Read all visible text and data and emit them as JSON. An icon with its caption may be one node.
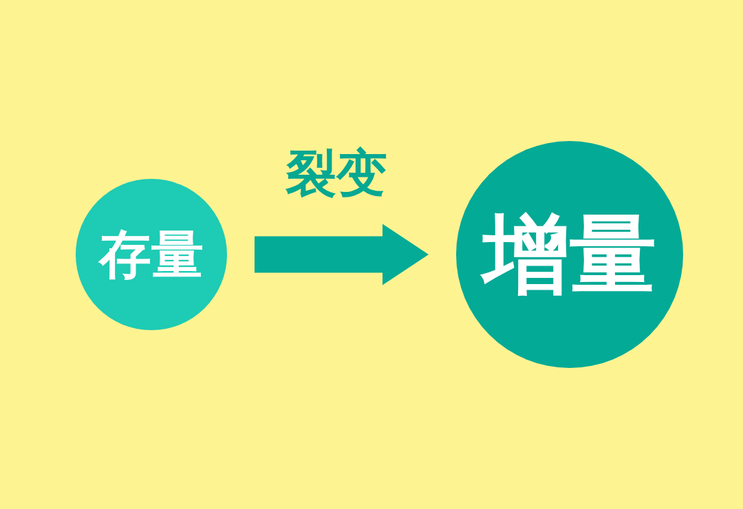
{
  "diagram": {
    "nodes": [
      {
        "text": [
          "存量"
        ]
      },
      {
        "text": [
          "增量"
        ]
      }
    ],
    "edges": [
      {
        "from": 0,
        "to": 1,
        "arrow": "to",
        "label": "裂变"
      }
    ]
  }
}
